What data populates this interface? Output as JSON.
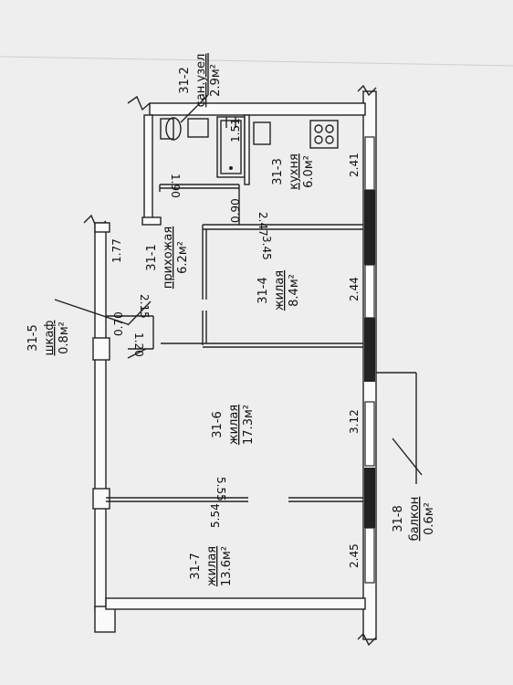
{
  "rooms": [
    {
      "id": "31-1",
      "name": "прихожая",
      "area": "6.2м²"
    },
    {
      "id": "31-2",
      "name": "сан.узел",
      "area": "2.9м²"
    },
    {
      "id": "31-3",
      "name": "кухня",
      "area": "6.0м²"
    },
    {
      "id": "31-4",
      "name": "жилая",
      "area": "8.4м²"
    },
    {
      "id": "31-5",
      "name": "шкаф",
      "area": "0.8м²"
    },
    {
      "id": "31-6",
      "name": "жилая",
      "area": "17.3м²"
    },
    {
      "id": "31-7",
      "name": "жилая",
      "area": "13.6м²"
    },
    {
      "id": "31-8",
      "name": "балкон",
      "area": "0.6м²"
    }
  ],
  "dimensions": [
    "1.90",
    "1.51",
    "0.90",
    "2.41",
    "2.47",
    "3.45",
    "1.77",
    "2.15",
    "2.44",
    "0.70",
    "1.20",
    "3.12",
    "5.55",
    "5.54",
    "2.45"
  ]
}
